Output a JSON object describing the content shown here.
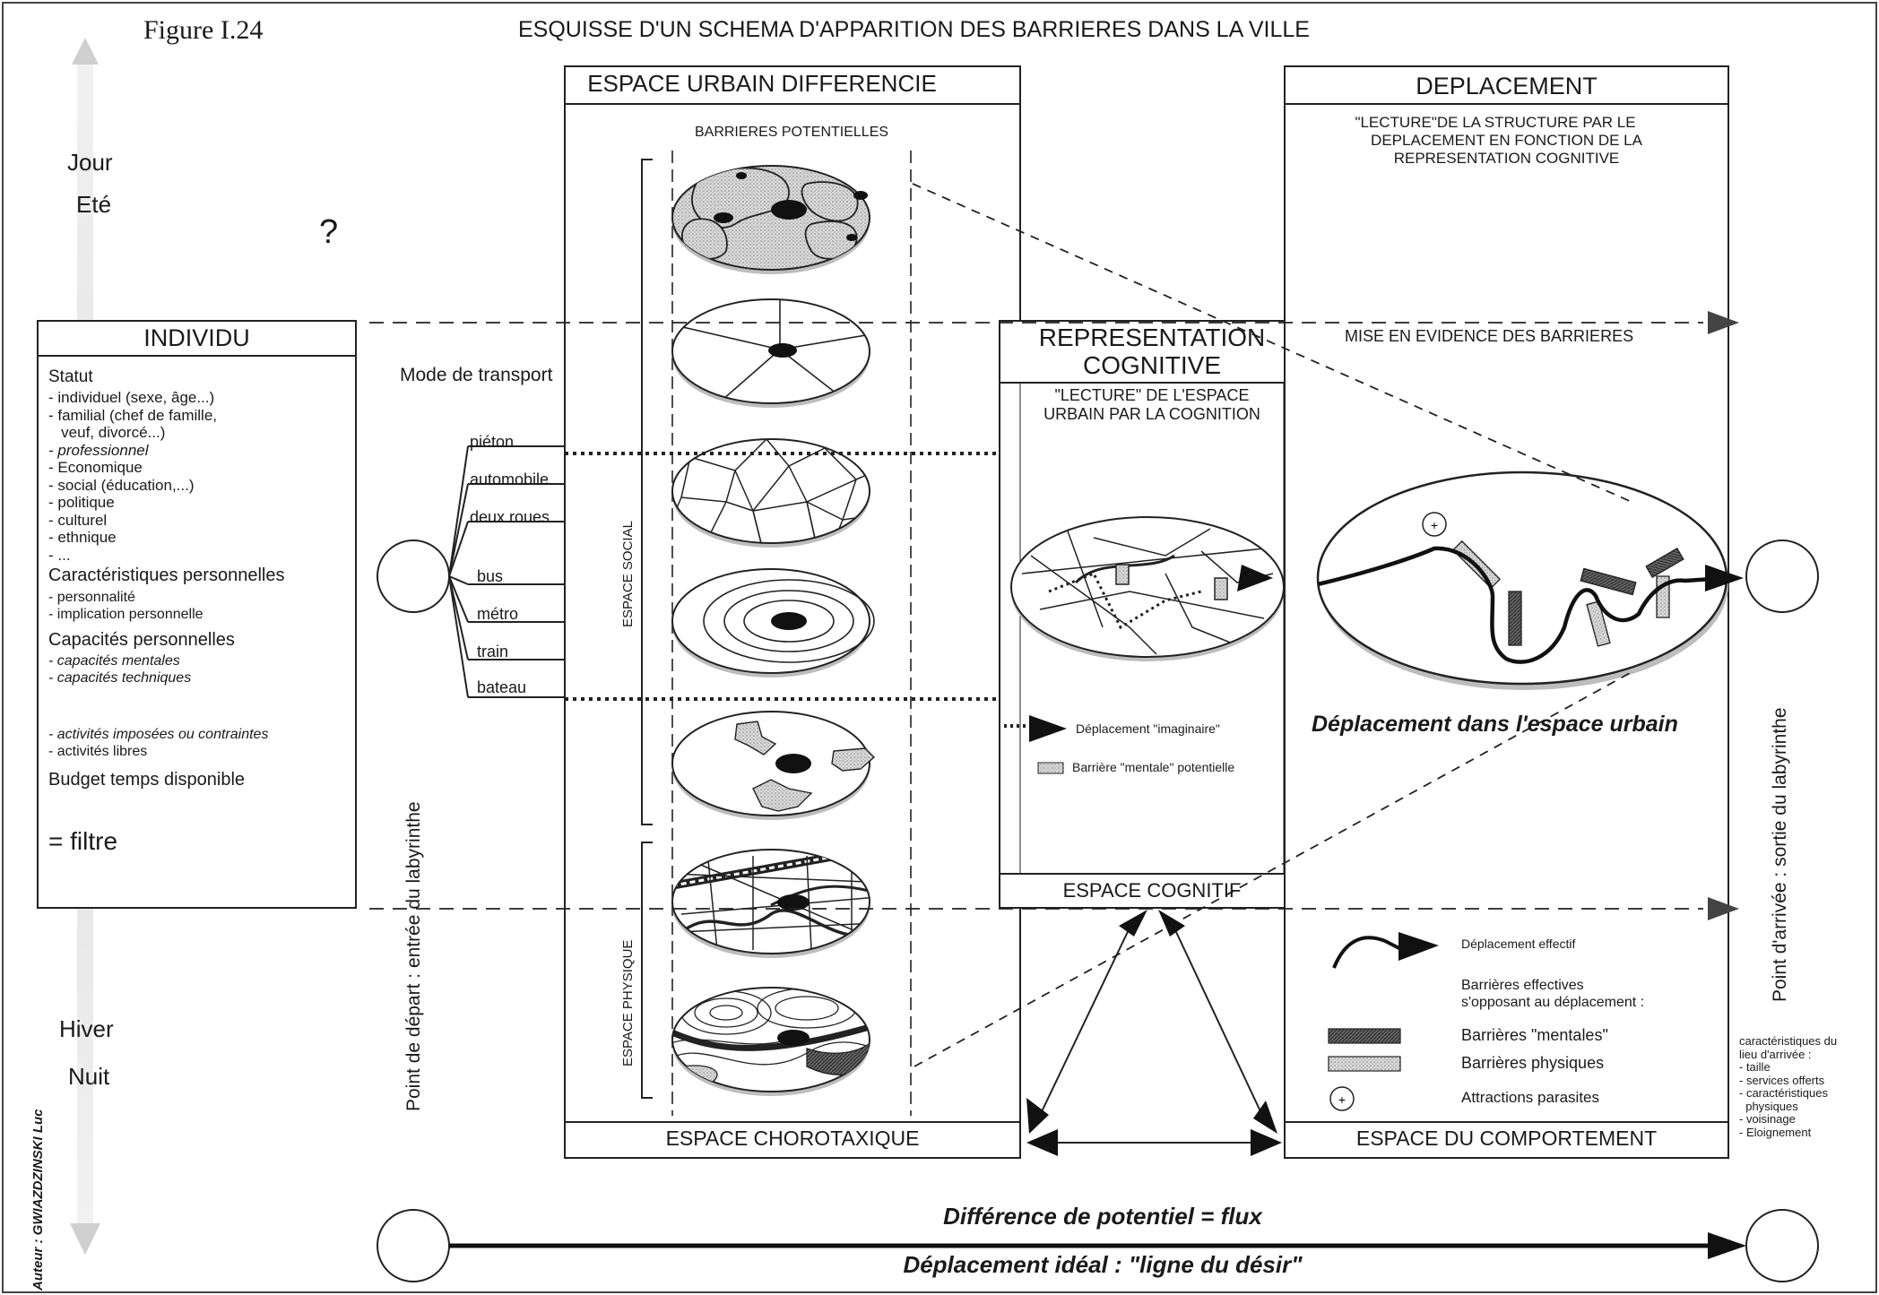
{
  "figure_label": "Figure I.24",
  "title": "ESQUISSE D'UN SCHEMA D'APPARITION DES BARRIERES DANS LA VILLE",
  "left_axis": {
    "top_labels": [
      "Jour",
      "Eté"
    ],
    "bottom_labels": [
      "Hiver",
      "Nuit"
    ],
    "question_mark": "?",
    "author": "Auteur : GWIAZDZINSKI Luc"
  },
  "individu": {
    "title": "INDIVIDU",
    "statut_title": "Statut",
    "statut_items": [
      "- individuel (sexe, âge...)",
      "- familial (chef de famille,",
      "   veuf, divorcé...)",
      "- professionnel",
      "- Economique",
      "- social (éducation,...)",
      "- politique",
      "- culturel",
      "- ethnique",
      "- ..."
    ],
    "caract_title": "Caractéristiques personnelles",
    "caract_items": [
      "- personnalité",
      "- implication personnelle"
    ],
    "capac_title": "Capacités personnelles",
    "capac_items": [
      "- capacités mentales",
      "- capacités techniques"
    ],
    "activites_items": [
      "- activités imposées ou contraintes",
      "- activités libres"
    ],
    "budget": "Budget temps disponible",
    "filtre": "= filtre"
  },
  "transport": {
    "title": "Mode de transport",
    "modes": [
      "piéton",
      "automobile",
      "deux roues",
      "bus",
      "métro",
      "train",
      "bateau"
    ]
  },
  "depart_label": "Point de départ : entrée du labyrinthe",
  "arrivee_label": "Point d'arrivée : sortie du labyrinthe",
  "espace_urbain": {
    "title": "ESPACE URBAIN DIFFERENCIE",
    "subtitle": "BARRIERES POTENTIELLES",
    "espace_social": "ESPACE SOCIAL",
    "espace_physique": "ESPACE PHYSIQUE",
    "footer": "ESPACE CHOROTAXIQUE"
  },
  "representation": {
    "title_line1": "REPRESENTATION",
    "title_line2": "COGNITIVE",
    "subtitle_line1": "\"LECTURE\" DE L'ESPACE",
    "subtitle_line2": "URBAIN PAR LA COGNITION",
    "legend_deplacement": "Déplacement \"imaginaire\"",
    "legend_barriere": "Barrière \"mentale\" potentielle",
    "footer": "ESPACE COGNITIF"
  },
  "deplacement": {
    "title": "DEPLACEMENT",
    "subtitle_line1": "\"LECTURE\"DE LA STRUCTURE PAR LE",
    "subtitle_line2": "DEPLACEMENT EN FONCTION DE LA",
    "subtitle_line3": "REPRESENTATION COGNITIVE",
    "mise_en_evidence": "MISE EN EVIDENCE DES BARRIERES",
    "caption": "Déplacement dans l'espace urbain",
    "legend_effectif": "Déplacement effectif",
    "legend_barrieres_line1": "Barrières effectives",
    "legend_barrieres_line2": "s'opposant au déplacement :",
    "legend_mentales": "Barrières \"mentales\"",
    "legend_physiques": "Barrières physiques",
    "legend_attractions": "Attractions parasites",
    "footer": "ESPACE DU COMPORTEMENT"
  },
  "arrivee_caracteristiques": [
    "caractéristiques du",
    "lieu d'arrivée :",
    "- taille",
    "- services offerts",
    "- caractéristiques",
    "  physiques",
    "- voisinage",
    "- Eloignement"
  ],
  "bottom": {
    "flux": "Différence de potentiel = flux",
    "ideal": "Déplacement idéal : \"ligne du désir\""
  }
}
